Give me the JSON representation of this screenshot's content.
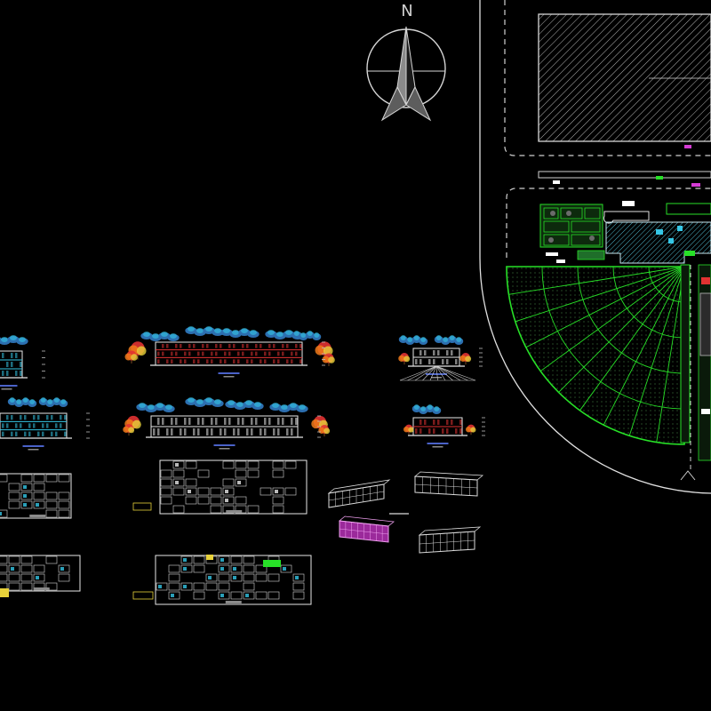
{
  "drawing": {
    "background_color": "#000000",
    "north_label": "N"
  },
  "palette": {
    "line_white": "#e6e6e6",
    "line_grey": "#9a9a9a",
    "hatch_grey": "#bdbdbd",
    "green": "#27e027",
    "dark_green": "#1f6e2a",
    "cyan": "#35c7e6",
    "teal_hatch": "#4fb5c9",
    "magenta": "#d43cd4",
    "red": "#e23232",
    "orange": "#f07a1a",
    "yellow": "#e8d23a",
    "blue_cloud": "#2c6fb0",
    "blue": "#3a5ad8"
  },
  "icons": {
    "north_arrow": "compass-north-arrow-icon",
    "tree": "tree-icon",
    "cloud": "cloud-icon"
  },
  "sheets": {
    "elevations": [
      {
        "id": "elevation-top-left"
      },
      {
        "id": "elevation-main-1"
      },
      {
        "id": "elevation-side-1"
      },
      {
        "id": "elevation-bottom-left"
      },
      {
        "id": "elevation-main-2"
      },
      {
        "id": "elevation-side-2"
      }
    ],
    "floor_plans": [
      {
        "id": "plan-left-1"
      },
      {
        "id": "plan-center-1"
      },
      {
        "id": "plan-left-2"
      },
      {
        "id": "plan-center-2"
      }
    ],
    "perspectives": [
      {
        "id": "perspective-1"
      },
      {
        "id": "perspective-2"
      },
      {
        "id": "perspective-3-magenta"
      },
      {
        "id": "perspective-4"
      }
    ]
  }
}
